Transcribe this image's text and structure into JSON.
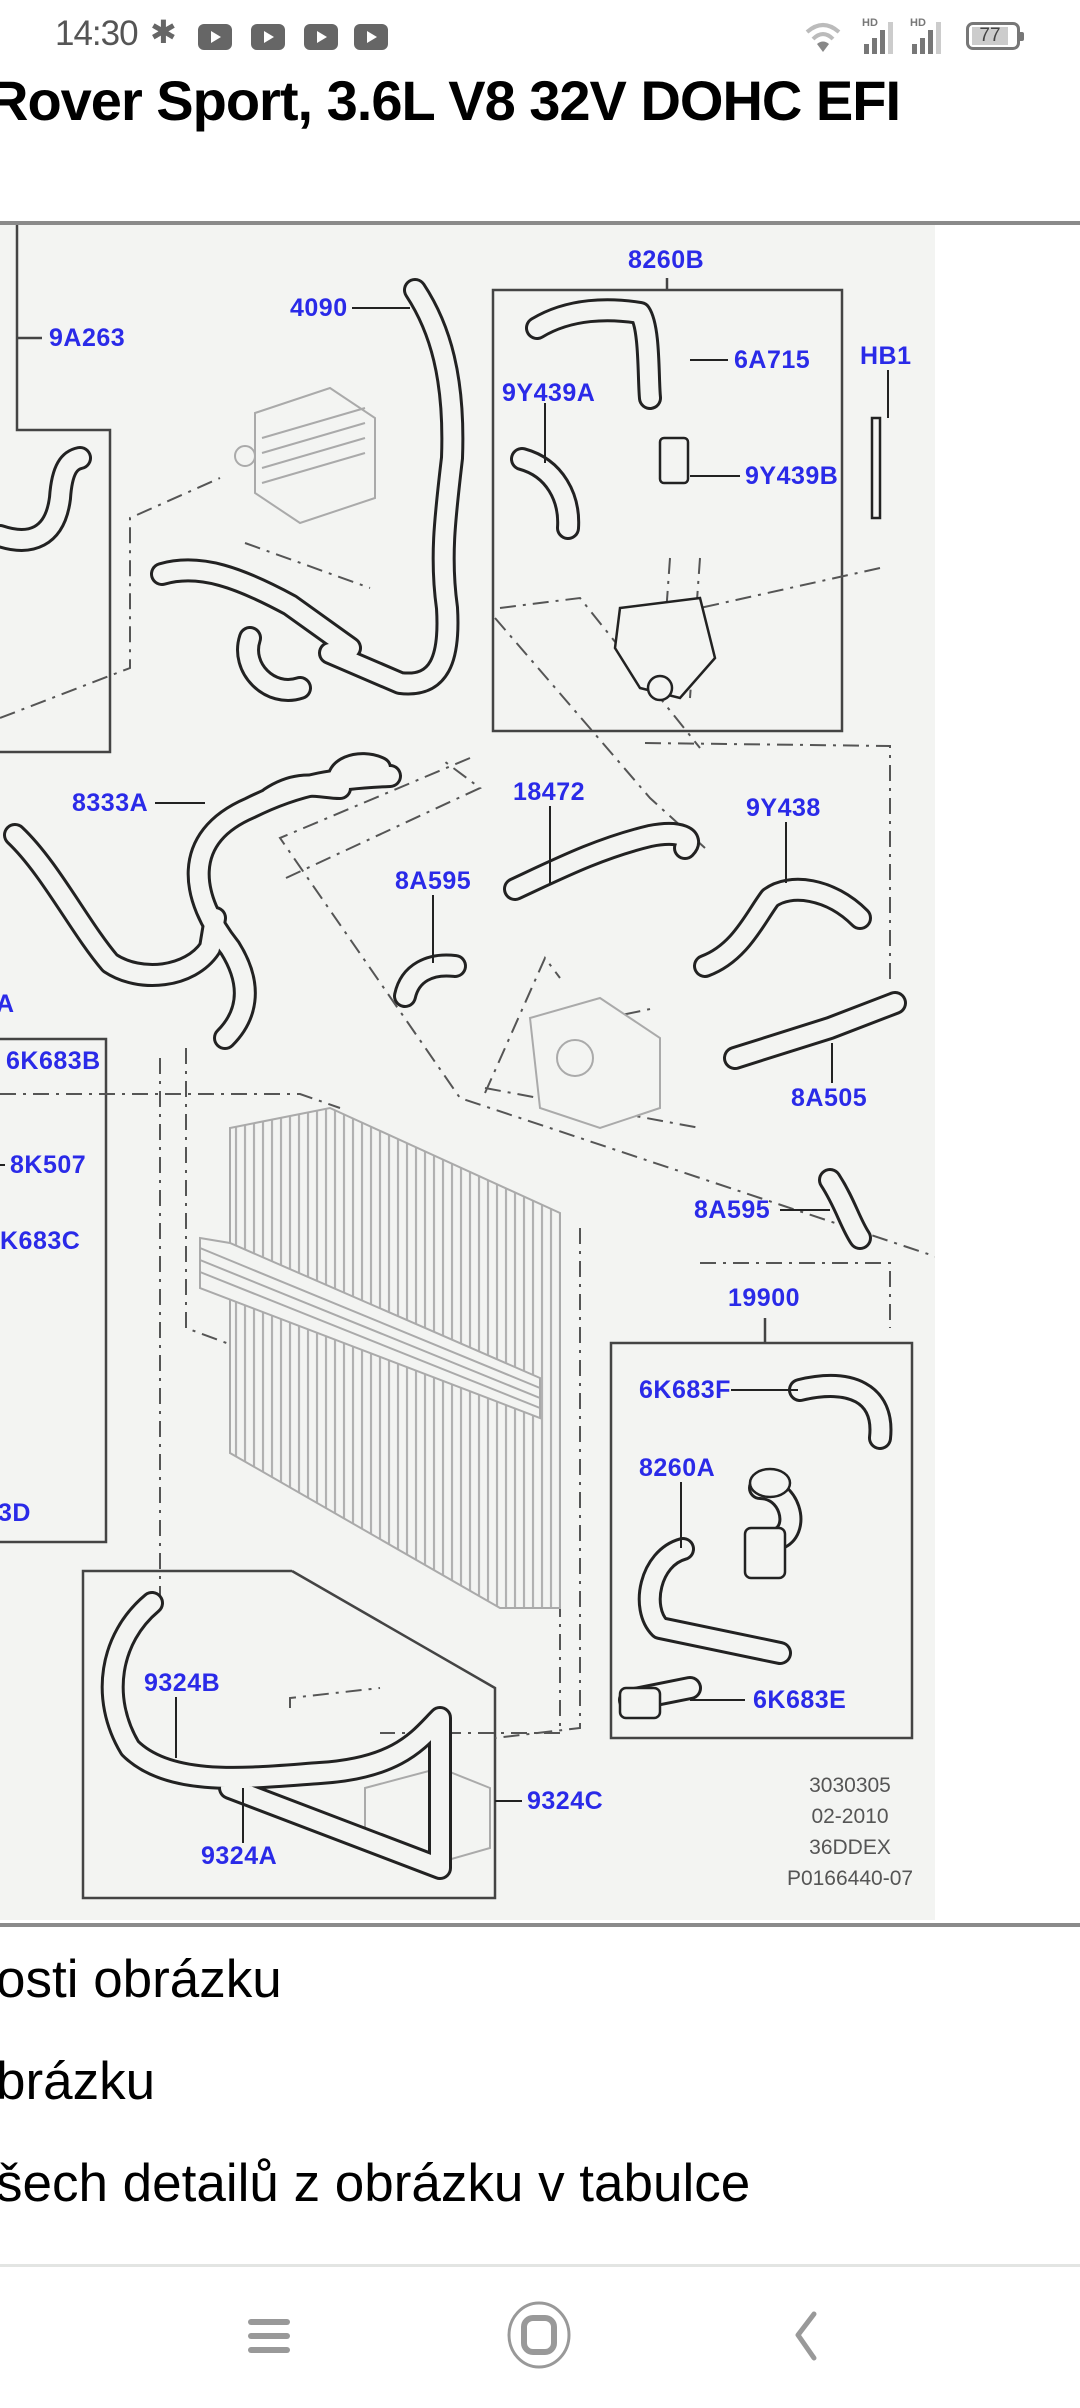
{
  "status_bar": {
    "time": "14:30",
    "bluetooth_icon": "bluetooth-icon",
    "notification_icons": [
      "youtube-icon",
      "youtube-icon",
      "youtube-icon",
      "youtube-icon"
    ],
    "signal_label_1": "HD",
    "signal_label_2": "HD",
    "battery_level": "77"
  },
  "page": {
    "title": "Rover Sport, 3.6L V8 32V DOHC EFI"
  },
  "diagram": {
    "background": "#f3f4f2",
    "label_color": "#2a2ae8",
    "labels": {
      "l9A263": "9A263",
      "l4090": "4090",
      "l8260B": "8260B",
      "l6A715": "6A715",
      "lHB1": "HB1",
      "l9Y439A": "9Y439A",
      "l9Y439B": "9Y439B",
      "l8333A": "8333A",
      "l18472": "18472",
      "l9Y438": "9Y438",
      "l8A595a": "8A595",
      "lA": "A",
      "l6K683B": "6K683B",
      "l8A505": "8A505",
      "l8K507": "8K507",
      "lK683C": "K683C",
      "l8A595b": "8A595",
      "l19900": "19900",
      "l6K683F": "6K683F",
      "l8260A": "8260A",
      "l3D": "3D",
      "l9324B": "9324B",
      "l6K683E": "6K683E",
      "l9324C": "9324C",
      "l9324A": "9324A"
    },
    "stamp": [
      "3030305",
      "02-2010",
      "36DDEX",
      "P0166440-07"
    ]
  },
  "links": [
    "osti obrázku",
    "brázku",
    "šech detailů z obrázku v tabulce"
  ],
  "nav_bar": {
    "menu_icon": "menu-icon",
    "home_icon": "home-icon",
    "back_icon": "back-icon"
  }
}
